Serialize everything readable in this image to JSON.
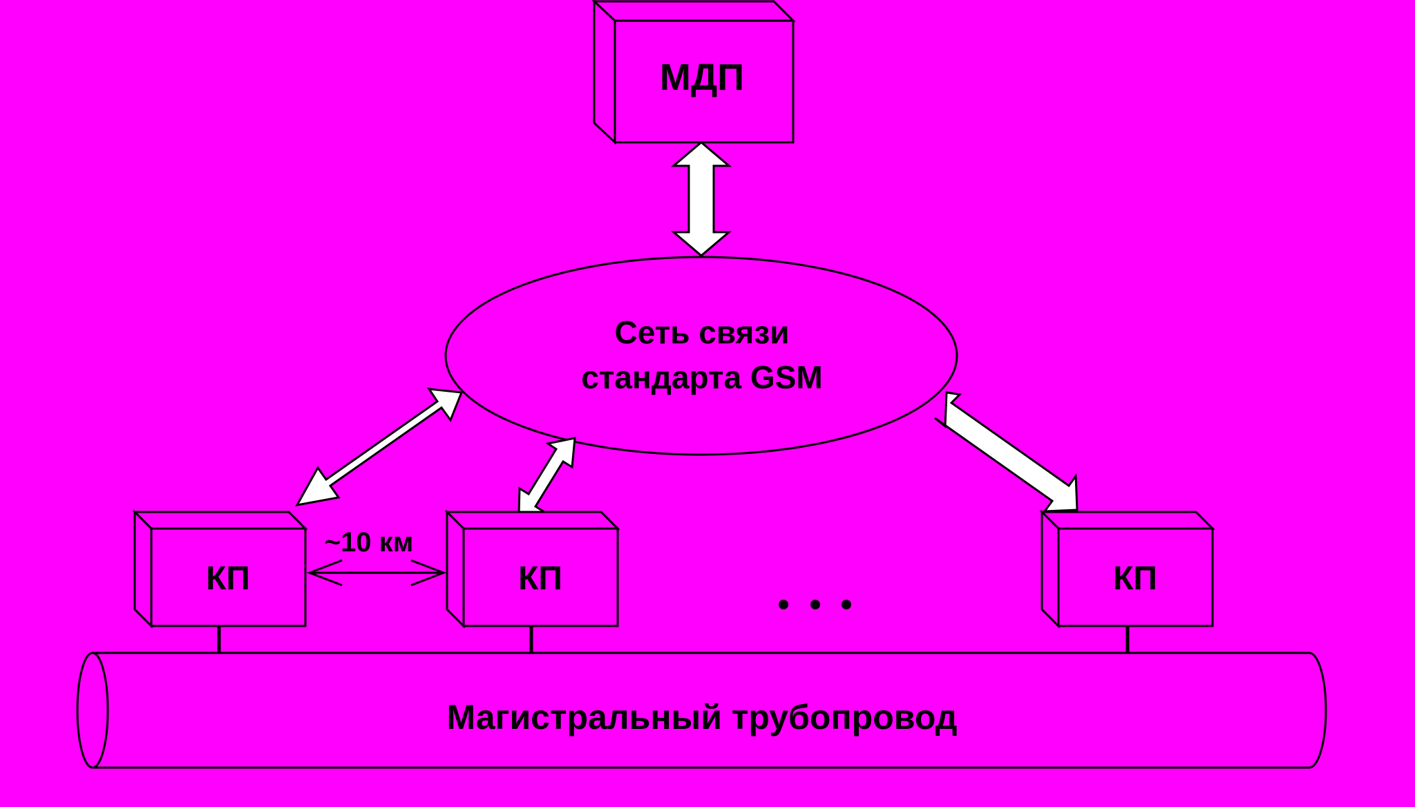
{
  "colors": {
    "background": "#ff00ff",
    "stroke": "#000000",
    "arrow_fill": "#ffffff"
  },
  "control_center": {
    "label": "МДП"
  },
  "network": {
    "line1": "Сеть связи",
    "line2": "стандарта GSM"
  },
  "points": [
    {
      "label": "КП"
    },
    {
      "label": "КП"
    },
    {
      "label": "КП"
    }
  ],
  "distance": {
    "label": "~10 км"
  },
  "ellipsis": "…",
  "pipeline": {
    "label": "Магистральный трубопровод"
  }
}
